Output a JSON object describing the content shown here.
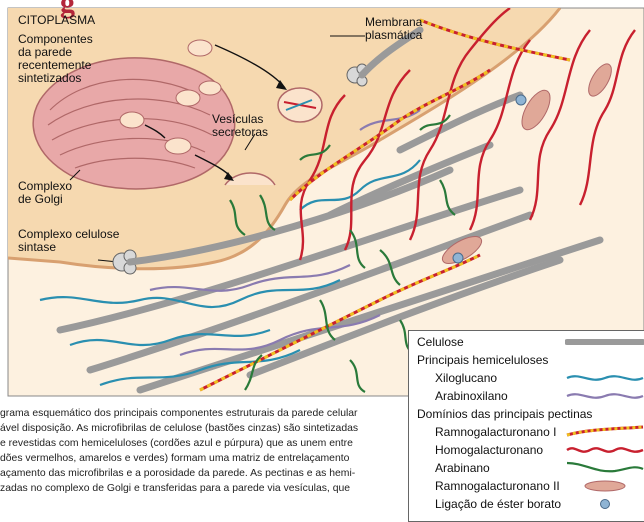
{
  "figure": {
    "title_fragment": "g",
    "labels": {
      "cytoplasm": "CITOPLASMA",
      "new_components": [
        "Componentes",
        "da parede",
        "recentemente",
        "sintetizados"
      ],
      "plasma_membrane": [
        "Membrana",
        "plasmática"
      ],
      "secretory_vesicles": [
        "Vesículas",
        "secretoras"
      ],
      "golgi": [
        "Complexo",
        "de Golgi"
      ],
      "cellulose_synthase": [
        "Complexo celulose",
        "sintase"
      ]
    }
  },
  "legend": {
    "cellulose": "Celulose",
    "main_hemicelluloses": "Principais hemiceluloses",
    "xyloglucan": "Xiloglucano",
    "arabinoxylan": "Arabinoxilano",
    "pectin_domains": "Domínios das principais pectinas",
    "rg1": "Ramnogalacturonano I",
    "homogalacturonan": "Homogalacturonano",
    "arabinan": "Arabinano",
    "rg2": "Ramnogalacturonano II",
    "borate": "Ligação de éster borato"
  },
  "colors": {
    "cellulose": "#9a9a9a",
    "xyloglucan": "#2a8fb0",
    "arabinoxylan": "#8a7bb0",
    "rg1_red": "#c8202f",
    "rg1_yellow": "#f0c020",
    "homogalacturonan": "#c8202f",
    "arabinan": "#2a7a3a",
    "rg2": "#e0a898",
    "borate": "#8fb4d4",
    "cytoplasm": "#f6d9b0",
    "wall": "#fdf1e0",
    "golgi": "#e8a8a8"
  },
  "caption": [
    "grama esquemático dos principais componentes estruturais da parede celular",
    "ável disposição. As microfibrilas de celulose (bastões cinzas) são sintetizadas",
    "e revestidas com hemiceluloses (cordões azul e púrpura) que as unem entre",
    "dões vermelhos, amarelos e verdes) formam uma matriz de entrelaçamento",
    "açamento das microfibrilas e a porosidade da parede. As pectinas e as hemi-",
    "zadas no complexo de Golgi e transferidas para a parede via vesículas, que"
  ]
}
